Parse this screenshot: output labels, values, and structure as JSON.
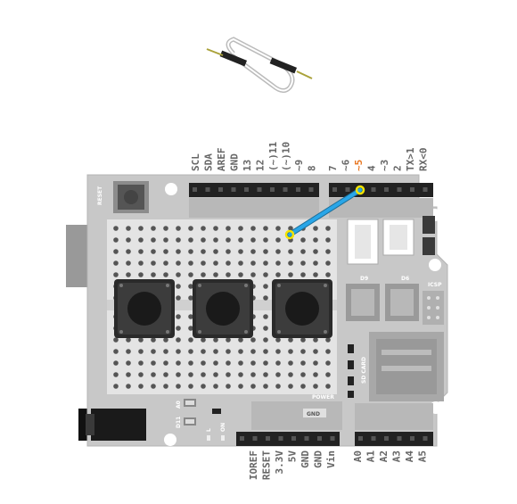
{
  "labels": {
    "top_left": [
      "SCL",
      "SDA",
      "AREF",
      "GND",
      "13",
      "12",
      "(~)11",
      "(~)10",
      "~9",
      "8"
    ],
    "top_right": [
      "7",
      "~6",
      "~5",
      "4",
      "~3",
      "2",
      "TX>1",
      "RX<0"
    ],
    "bottom_left": [
      "IOREF",
      "RESET",
      "3.3V",
      "5V",
      "GND",
      "GND",
      "Vin"
    ],
    "bottom_right": [
      "A0",
      "A1",
      "A2",
      "A3",
      "A4",
      "A5"
    ],
    "highlight_pin": "~5"
  },
  "board": {
    "reset_label": "RESET",
    "power_label": "POWER",
    "gnd_label": "GND",
    "sd_label": "SD CARD",
    "icsp_label": "ICSP",
    "d9_label": "D9",
    "d6_label": "D6",
    "led_a0": "A0",
    "led_d11": "D11",
    "l_label": "L",
    "on_label": "ON"
  },
  "colors": {
    "board": "#c8c8c8",
    "highlight": "#e87722",
    "wire": "#29a6e8",
    "wire_end": "#f5e400"
  }
}
